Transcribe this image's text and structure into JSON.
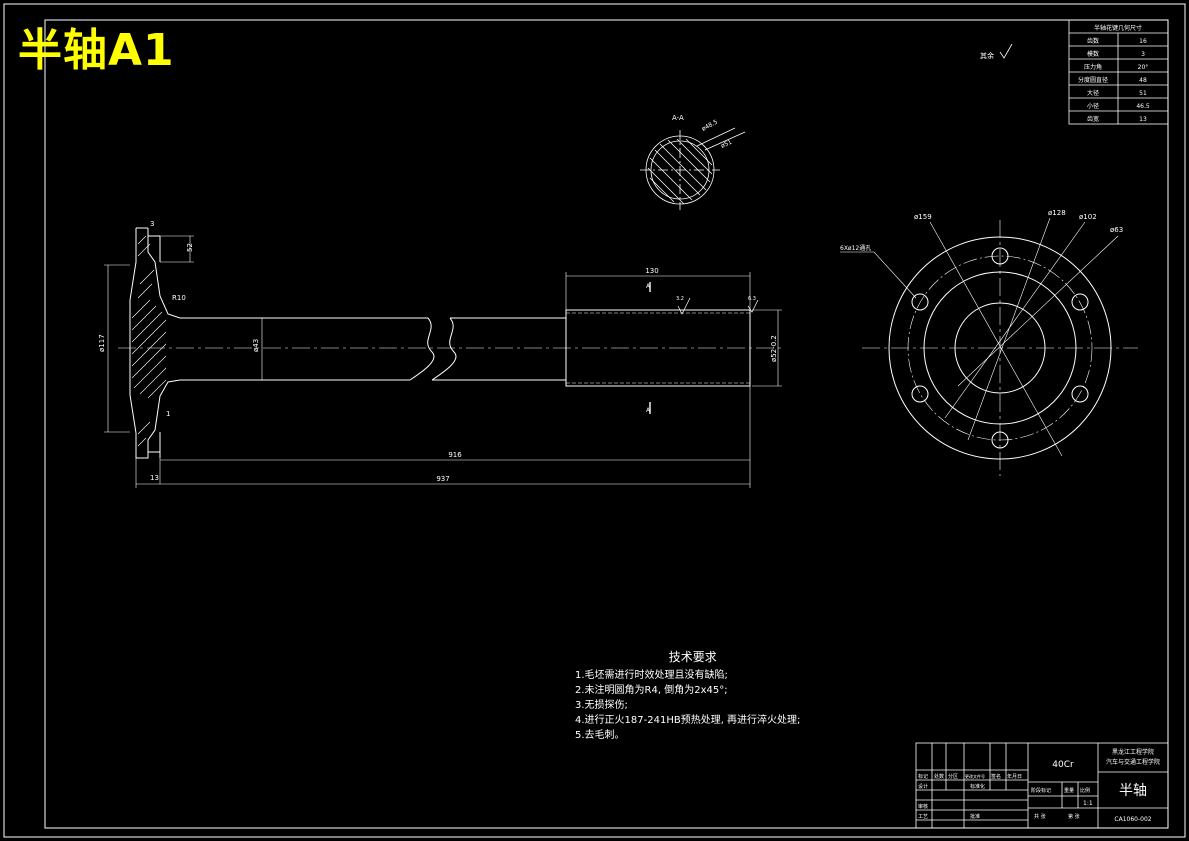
{
  "drawing": {
    "title": "半轴A1",
    "roughness_note": "其余",
    "section_label": "A-A",
    "section_marker": "A"
  },
  "spline_table": {
    "title": "半轴花键几何尺寸",
    "rows": [
      {
        "label": "齿数",
        "value": "16"
      },
      {
        "label": "模数",
        "value": "3"
      },
      {
        "label": "压力角",
        "value": "20°"
      },
      {
        "label": "分度圆直径",
        "value": "48"
      },
      {
        "label": "大径",
        "value": "51"
      },
      {
        "label": "小径",
        "value": "46.5"
      },
      {
        "label": "齿宽",
        "value": "13"
      }
    ]
  },
  "dimensions": {
    "d_flange": "ø117",
    "d_shaft": "ø43",
    "d_spline": "ø52-0.2",
    "len_spline": "130",
    "len_916": "916",
    "len_937": "937",
    "thk_13": "13",
    "t_3": "3",
    "t_52": "52",
    "r10": "R10",
    "one": "1",
    "rough_a": "3.2",
    "rough_b": "6.3",
    "bolt_holes": "6Xø12通孔",
    "pcd_159": "ø159",
    "pcd_128": "ø128",
    "pcd_102": "ø102",
    "pcd_63": "ø63",
    "sec_dim_a": "ø48.5",
    "sec_dim_b": "ø51"
  },
  "tech_requirements": {
    "heading": "技术要求",
    "items": [
      "1.毛坯需进行时效处理且没有缺陷;",
      "2.未注明圆角为R4, 倒角为2x45°;",
      "3.无损探伤;",
      "4.进行正火187-241HB预热处理, 再进行淬火处理;",
      "5.去毛刺。"
    ]
  },
  "title_block": {
    "material": "40Cr",
    "school_line1": "黑龙江工程学院",
    "school_line2": "汽车与交通工程学院",
    "part_name": "半轴",
    "drawing_no": "CA1060-002",
    "scale": "1:1",
    "cells": {
      "mark": "标记",
      "count": "处数",
      "zone": "分区",
      "change_doc": "更改文件号",
      "sign": "签名",
      "date": "年月日",
      "design": "设计",
      "standardize": "标准化",
      "review": "审核",
      "process": "工艺",
      "approve": "批准",
      "stage_mark": "阶段标记",
      "weight": "重量",
      "ratio": "比例",
      "total_sheets": "共 张",
      "sheet_no": "第 张"
    }
  }
}
